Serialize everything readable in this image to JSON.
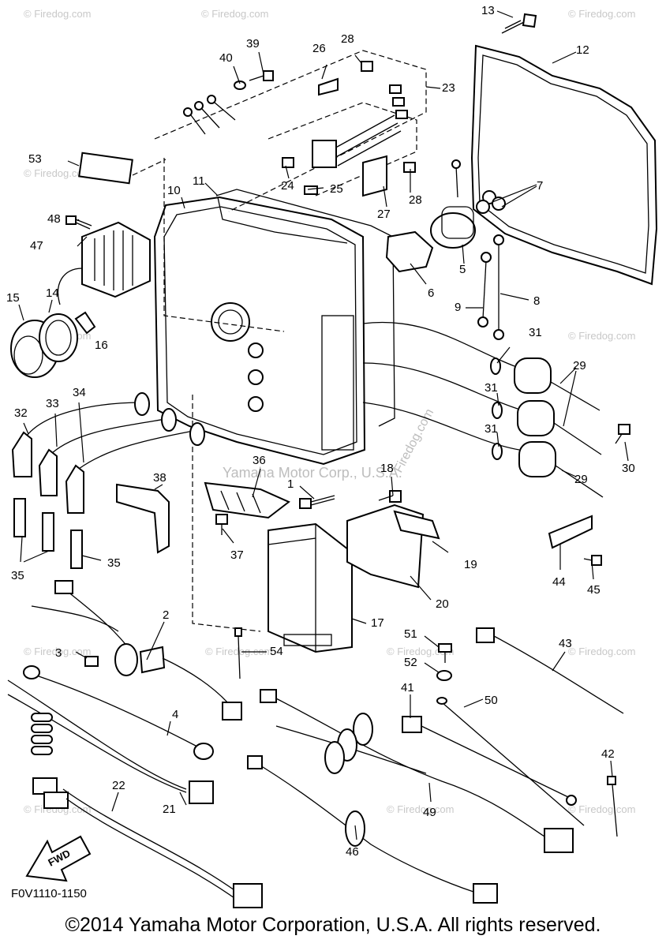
{
  "diagram": {
    "drawing_code": "F0V1110-1150",
    "copyright": "©2014 Yamaha Motor Corporation, U.S.A. All rights reserved.",
    "watermark_center": "Yamaha Motor Corp., U.S.A.",
    "watermark_diag": "Firedog.com",
    "watermark_small": "© Firedog.com",
    "fwd_label": "FWD",
    "callouts": [
      "1",
      "2",
      "3",
      "4",
      "5",
      "6",
      "7",
      "8",
      "9",
      "10",
      "11",
      "12",
      "13",
      "14",
      "15",
      "16",
      "17",
      "18",
      "19",
      "20",
      "21",
      "22",
      "23",
      "24",
      "25",
      "26",
      "27",
      "28",
      "28",
      "29",
      "29",
      "30",
      "31",
      "31",
      "31",
      "32",
      "33",
      "34",
      "35",
      "35",
      "36",
      "37",
      "38",
      "39",
      "40",
      "41",
      "42",
      "43",
      "44",
      "45",
      "46",
      "47",
      "48",
      "49",
      "50",
      "51",
      "52",
      "53",
      "54"
    ]
  }
}
